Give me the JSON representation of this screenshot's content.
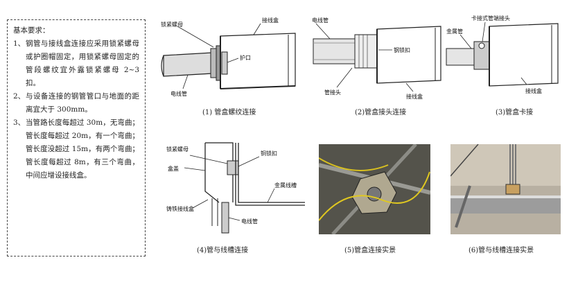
{
  "requirements": {
    "title": "基本要求：",
    "items": [
      {
        "num": "1、",
        "text": "钢管与接线盒连接应采用锁紧螺母或护圈帽固定，用锁紧螺母固定的管段螺纹宜外露锁紧螺母 2~3 扣。"
      },
      {
        "num": "2、",
        "text": "与设备连接的钢管管口与地面的距离宜大于 300mm。"
      },
      {
        "num": "3、",
        "text": "当管路长度每超过 30m，无弯曲；管长度每超过 20m，有一个弯曲；管长度没超过 15m，有两个弯曲；管长度每超过 8m，有三个弯曲，中间应增设接线盒。"
      }
    ]
  },
  "diagrams": {
    "d1": {
      "caption": "(1)  管盒螺纹连接",
      "labels": {
        "locknut": "锁紧螺母",
        "box": "接线盒",
        "guard": "护口",
        "conduit": "电线管"
      }
    },
    "d2": {
      "caption": "(2)管盒接头连接",
      "labels": {
        "conduit": "电线管",
        "lockbuckle": "钢锁扣",
        "joint": "管接头",
        "box": "接线盒"
      }
    },
    "d3": {
      "caption": "(3)管盒卡接",
      "labels": {
        "clamp": "卡接式管端接头",
        "metal": "金属管",
        "box": "接线盒"
      }
    },
    "d4": {
      "caption": "(4)管与线槽连接",
      "labels": {
        "locknut": "锁紧螺母",
        "lockbuckle": "铜锁扣",
        "cover": "盒盖",
        "trunk": "金属线槽",
        "castbox": "铸铁接线盒",
        "conduit": "电线管"
      }
    },
    "d5": {
      "caption": "(5)管盒连接实景"
    },
    "d6": {
      "caption": "(6)管与线槽连接实景"
    }
  }
}
